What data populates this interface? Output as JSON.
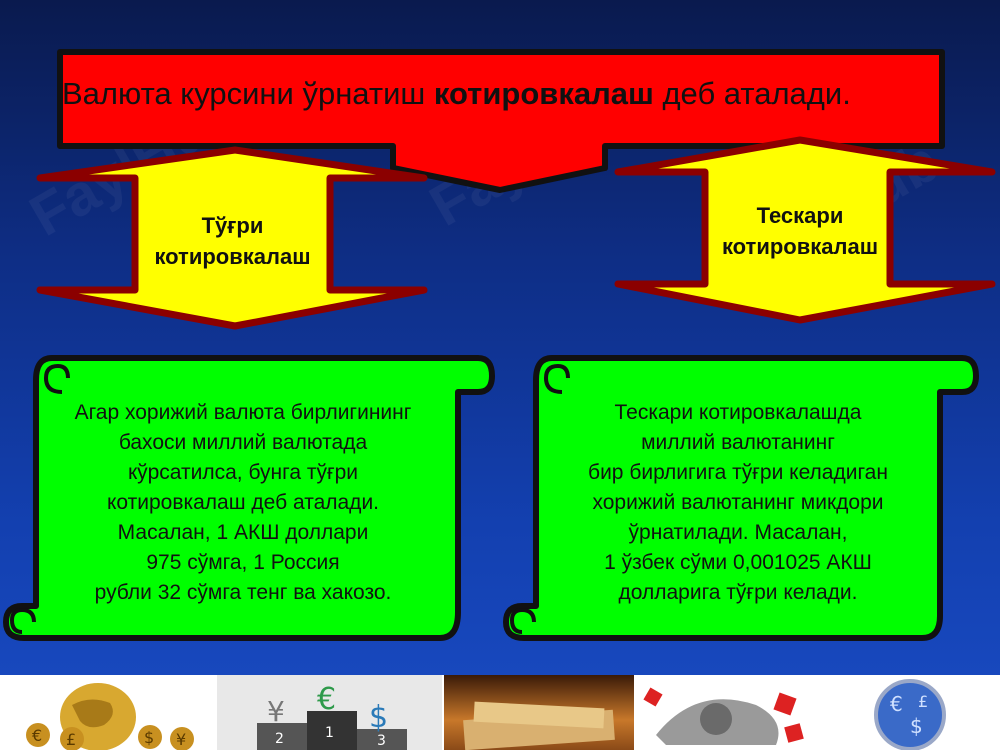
{
  "title": {
    "part1": "Валюта курсини ўрнатиш ",
    "bold": "котировкалаш",
    "part2": " деб аталади."
  },
  "left_arrow": {
    "line1": "Тўғри",
    "line2": "котировкалаш"
  },
  "right_arrow": {
    "line1": "Тескари",
    "line2": "котировкалаш"
  },
  "left_scroll": {
    "lines": [
      "Агар хорижий валюта бирлигининг",
      "бахоси  миллий валютада",
      "кўрсатилса, бунга тўғри",
      "котировкалаш  деб аталади.",
      "Масалан,  1 АКШ доллари",
      "975 сўмга, 1 Россия",
      "рубли 32 сўмга тенг ва хакозо."
    ]
  },
  "right_scroll": {
    "lines": [
      "Тескари котировкалашда",
      "миллий валютанинг",
      "бир бирлигига тўғри келадиган",
      "хорижий валютанинг микдори",
      "ўрнатилади. Масалан,",
      " 1 ўзбек сўми 0,001025 АКШ",
      "долларига тўғри келади."
    ]
  },
  "colors": {
    "banner": "#ff0000",
    "arrow": "#ffff00",
    "arrow_border": "#8b0000",
    "scroll": "#00ff00"
  },
  "images": [
    "globe-currency-icon",
    "podium-currency-icon",
    "money-stack-icon",
    "currency-machine-icon",
    "currency-globe-icon"
  ]
}
